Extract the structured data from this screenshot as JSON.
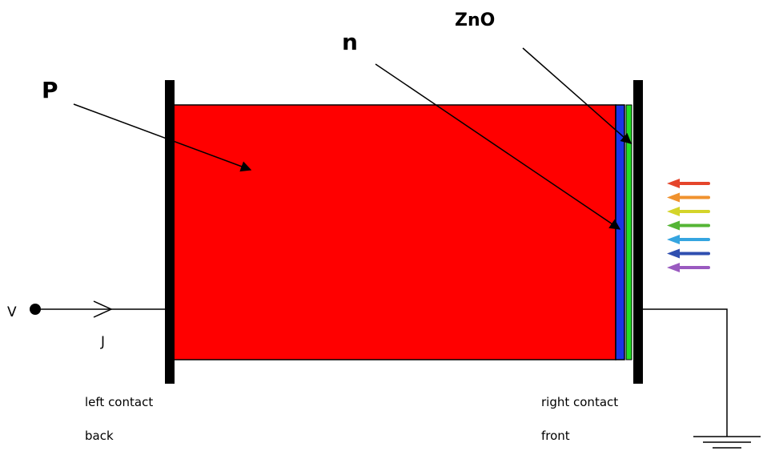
{
  "labels": {
    "p": "P",
    "n": "n",
    "zno": "ZnO",
    "voltage": "V",
    "current": "J",
    "left_contact": "left contact",
    "left_contact_side": "back",
    "right_contact": "right contact",
    "right_contact_side": "front"
  },
  "colors": {
    "p_layer": "#ff0000",
    "n_layer": "#1a35e6",
    "zno_layer": "#22e022",
    "contact": "#000000"
  },
  "light_arrows": [
    {
      "icon": "light-arrow-red",
      "color": "#e5452b"
    },
    {
      "icon": "light-arrow-orange",
      "color": "#f0922e"
    },
    {
      "icon": "light-arrow-yellow",
      "color": "#d4d42a"
    },
    {
      "icon": "light-arrow-green",
      "color": "#55b535"
    },
    {
      "icon": "light-arrow-cyan",
      "color": "#35a5e0"
    },
    {
      "icon": "light-arrow-blue",
      "color": "#2f4fb0"
    },
    {
      "icon": "light-arrow-violet",
      "color": "#9a5ac0"
    }
  ]
}
